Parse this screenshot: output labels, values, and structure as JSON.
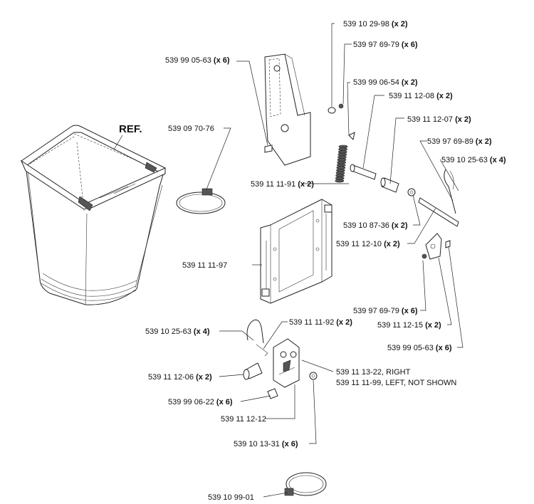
{
  "diagram": {
    "ref_label": "REF.",
    "callouts": [
      {
        "id": "c1",
        "part": "539 10 29-98",
        "qty": "(x 2)"
      },
      {
        "id": "c2",
        "part": "539 97 69-79",
        "qty": "(x 6)"
      },
      {
        "id": "c3",
        "part": "539 99 05-63",
        "qty": "(x 6)"
      },
      {
        "id": "c4",
        "part": "539 99 06-54",
        "qty": "(x 2)"
      },
      {
        "id": "c5",
        "part": "539 11 12-08",
        "qty": "(x 2)"
      },
      {
        "id": "c6",
        "part": "539 11 12-07",
        "qty": "(x 2)"
      },
      {
        "id": "c7",
        "part": "539 09 70-76",
        "qty": ""
      },
      {
        "id": "c8",
        "part": "539 97 69-89",
        "qty": "(x 2)"
      },
      {
        "id": "c9",
        "part": "539 10 25-63",
        "qty": "(x 4)"
      },
      {
        "id": "c10",
        "part": "539 11 11-91",
        "qty": "(x 2)"
      },
      {
        "id": "c11",
        "part": "539 10 87-36",
        "qty": "(x 2)"
      },
      {
        "id": "c12",
        "part": "539 11 12-10",
        "qty": "(x 2)"
      },
      {
        "id": "c13",
        "part": "539 11 11-97",
        "qty": ""
      },
      {
        "id": "c14",
        "part": "539 97 69-79",
        "qty": "(x 6)"
      },
      {
        "id": "c15",
        "part": "539 10 25-63",
        "qty": "(x 4)"
      },
      {
        "id": "c16",
        "part": "539 11 11-92",
        "qty": "(x 2)"
      },
      {
        "id": "c17",
        "part": "539 11 12-15",
        "qty": "(x 2)"
      },
      {
        "id": "c18",
        "part": "539 99 05-63",
        "qty": "(x 6)"
      },
      {
        "id": "c19",
        "part": "539 11 13-22, RIGHT",
        "qty": ""
      },
      {
        "id": "c20",
        "part": "539 11 11-99, LEFT, NOT SHOWN",
        "qty": ""
      },
      {
        "id": "c21",
        "part": "539 11 12-06",
        "qty": "(x 2)"
      },
      {
        "id": "c22",
        "part": "539 99 06-22",
        "qty": "(x 6)"
      },
      {
        "id": "c23",
        "part": "539 11 12-12",
        "qty": ""
      },
      {
        "id": "c24",
        "part": "539 10 13-31",
        "qty": "(x 6)"
      },
      {
        "id": "c25",
        "part": "539 10 99-01",
        "qty": ""
      }
    ]
  }
}
